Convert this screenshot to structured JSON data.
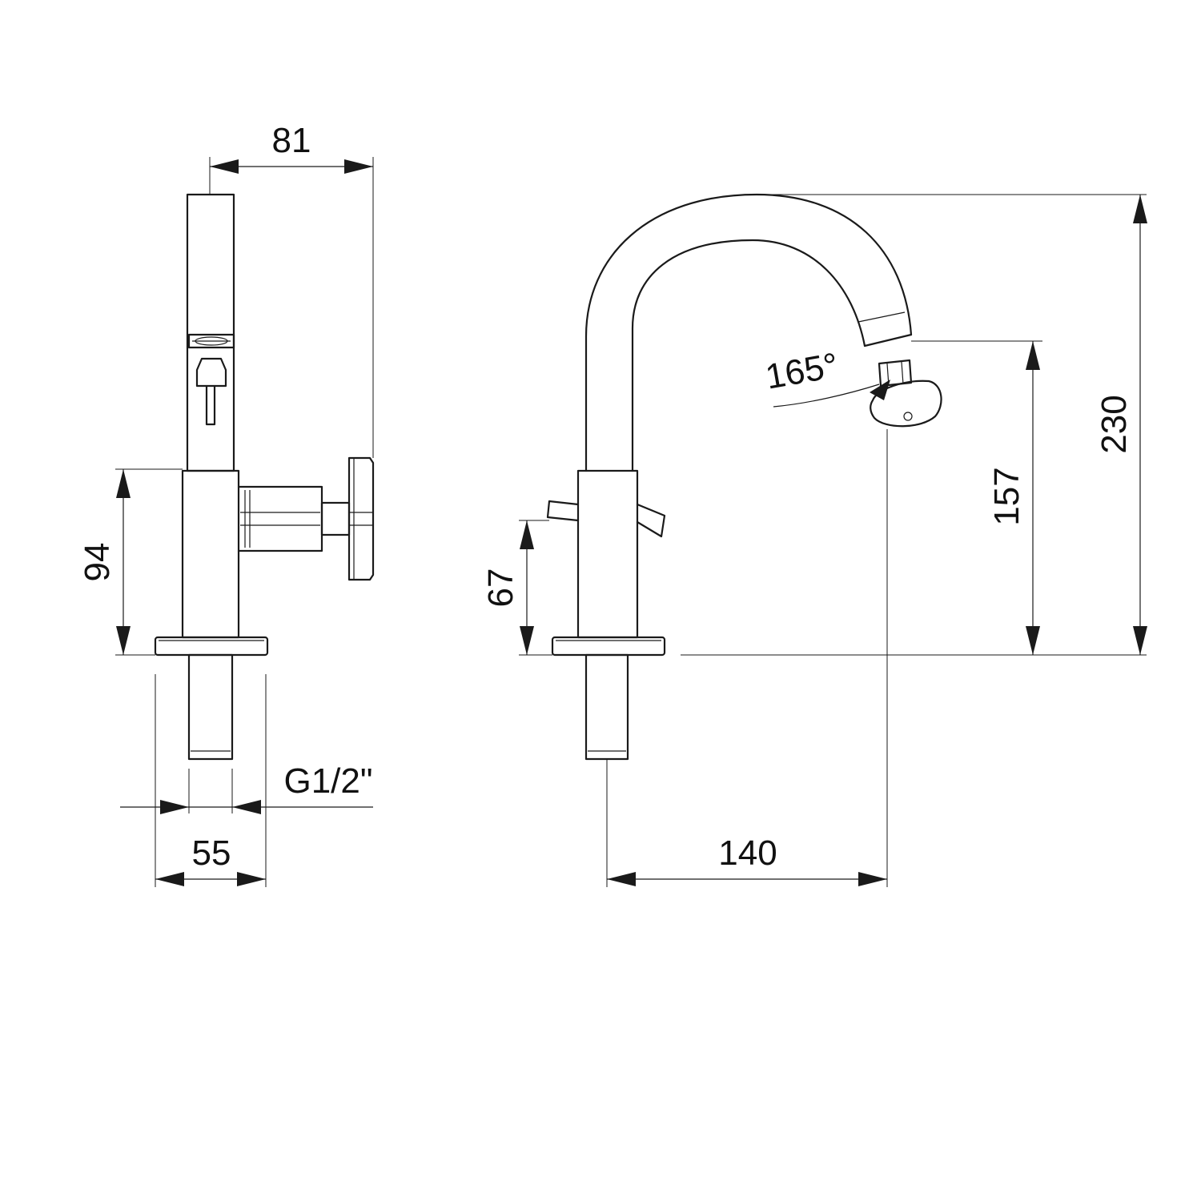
{
  "dimensions": {
    "side_width": "81",
    "side_base_height": "94",
    "connection_thread": "G1/2\"",
    "base_width": "55",
    "spout_angle": "165°",
    "total_height": "230",
    "outlet_height": "157",
    "handle_height": "67",
    "spout_reach": "140"
  },
  "colors": {
    "line": "#1a1a1a",
    "background": "#ffffff"
  }
}
